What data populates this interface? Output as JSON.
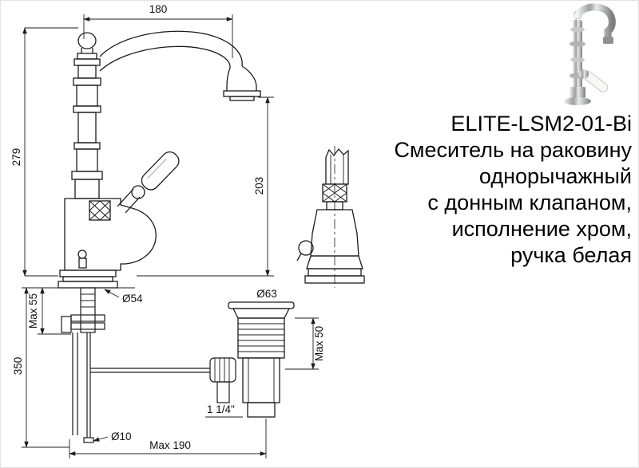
{
  "product": {
    "code": "ELITE-LSM2-01-Bi",
    "description_lines": [
      "Смеситель на раковину",
      "однорычажный",
      "с донным клапаном,",
      "исполнение хром,",
      "ручка белая"
    ]
  },
  "dimensions": {
    "top_width": "180",
    "left_height": "279",
    "spout_height": "203",
    "deck_max": "Max 55",
    "below_height": "350",
    "base_diameter": "Ø54",
    "drain_diameter": "Ø63",
    "drain_max": "Max 50",
    "thread_size": "1 1/4\"",
    "rod_diameter": "Ø10",
    "bottom_width": "Max 190"
  },
  "colors": {
    "line": "#1c1c1c",
    "background": "#ffffff",
    "text": "#000000"
  }
}
